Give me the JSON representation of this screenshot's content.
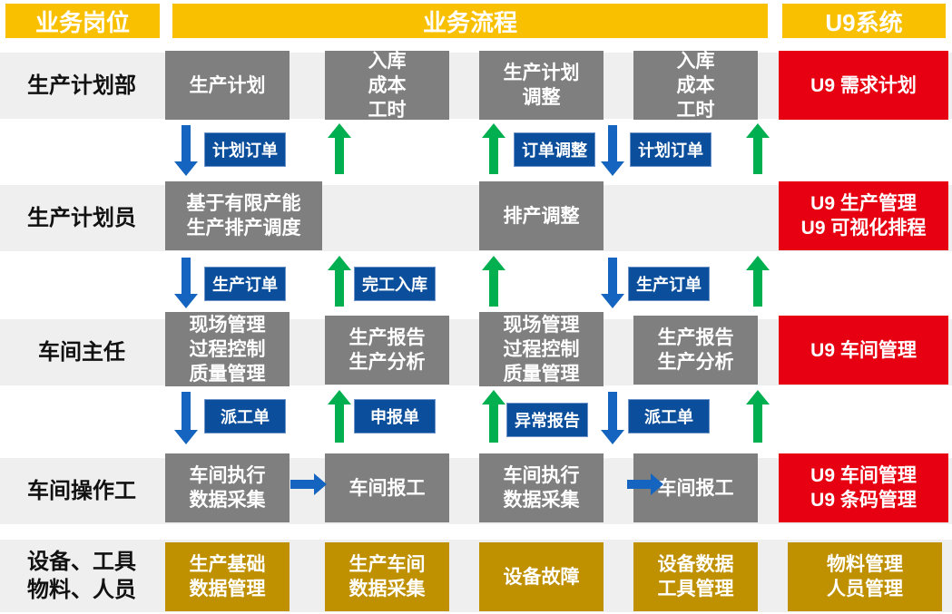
{
  "headers": {
    "roles": "业务岗位",
    "process": "业务流程",
    "system": "U9系统"
  },
  "rows": [
    {
      "role": "生产计划部",
      "cells": [
        "生产计划",
        "入库\n成本\n工时",
        "生产计划\n调整",
        "入库\n成本\n工时"
      ],
      "system": "U9 需求计划"
    },
    {
      "role": "生产计划员",
      "cells": [
        "基于有限产能\n生产排产调度",
        "",
        "排产调整",
        ""
      ],
      "system": "U9 生产管理\nU9 可视化排程"
    },
    {
      "role": "车间主任",
      "cells": [
        "现场管理\n过程控制\n质量管理",
        "生产报告\n生产分析",
        "现场管理\n过程控制\n质量管理",
        "生产报告\n生产分析"
      ],
      "system": "U9 车间管理"
    },
    {
      "role": "车间操作工",
      "cells": [
        "车间执行\n数据采集",
        "车间报工",
        "车间执行\n数据采集",
        "车间报工"
      ],
      "system": "U9 车间管理\nU9 条码管理"
    },
    {
      "role": "设备、工具\n物料、人员",
      "cells": [
        "生产基础\n数据管理",
        "生产车间\n数据采集",
        "设备故障",
        "设备数据\n工具管理"
      ],
      "system": "物料管理\n人员管理"
    }
  ],
  "flow_labels": {
    "gap1": {
      "c1": "计划订单",
      "c3": "订单调整",
      "c4": "计划订单"
    },
    "gap2": {
      "c1": "生产订单",
      "c2": "完工入库",
      "c4": "生产订单"
    },
    "gap3": {
      "c1": "派工单",
      "c2": "申报单",
      "c3": "异常报告",
      "c4": "派工单"
    }
  },
  "colors": {
    "header_yellow": "#f9c000",
    "process_grey": "#7f7f7f",
    "system_red": "#e60012",
    "resource_gold": "#bf9000",
    "label_blue": "#0b4f9c",
    "arrow_down_blue": "#1565c0",
    "arrow_up_green": "#00b050",
    "band_grey": "#efefef"
  }
}
